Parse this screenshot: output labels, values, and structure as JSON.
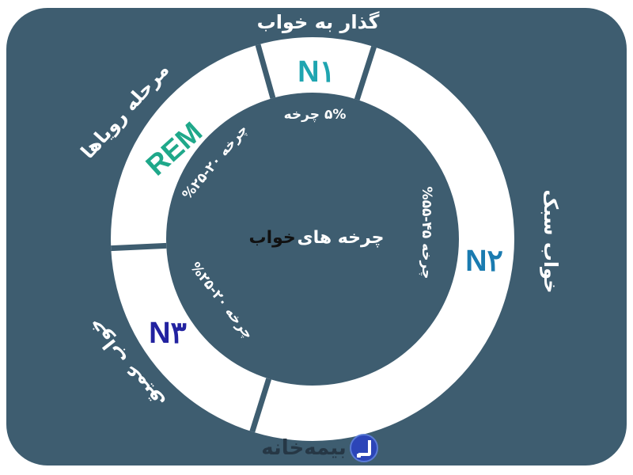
{
  "diagram": {
    "center_title": {
      "part1": "چرخه های",
      "part2": "خواب",
      "part1_color": "#ffffff",
      "part2_color": "#111111"
    },
    "colors": {
      "background": "#3e5d70",
      "ring": "#ffffff",
      "n1": "#1fa5b0",
      "n2": "#1a7bb0",
      "n3": "#2222a0",
      "rem": "#1fa88a"
    },
    "stages": [
      {
        "id": "n1",
        "label": "N۱",
        "outer_text": "گذار به خواب",
        "inner_text": "۵% چرخه"
      },
      {
        "id": "n2",
        "label": "N۲",
        "outer_text": "خواب سبک",
        "inner_text": "چرخه ۴۵-۵۵%"
      },
      {
        "id": "n3",
        "label": "N۳",
        "outer_text": "خواب عمیق",
        "inner_text": "چرخه ۲۰-۲۵%"
      },
      {
        "id": "rem",
        "label": "REM",
        "outer_text": "مرحله رویاها",
        "inner_text": "چرخه ۲۰-۲۵%"
      }
    ]
  },
  "logo": {
    "text": "بیمه‌خانه",
    "icon": "bimehkhaneh-logo-icon",
    "icon_color": "#2c45b8"
  }
}
